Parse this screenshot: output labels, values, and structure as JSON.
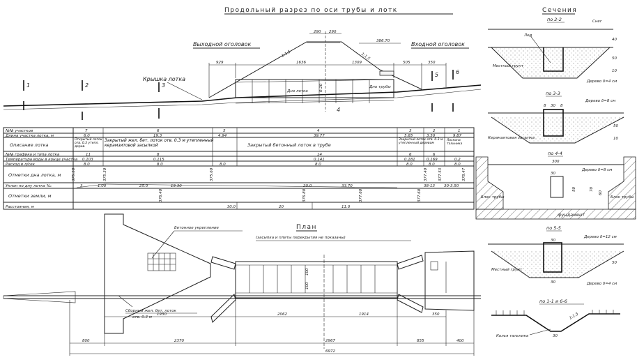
{
  "title": "Продольный разрез по оси трубы и лотк",
  "profile": {
    "outlet_label": "Выходной оголовок",
    "inlet_label": "Входной оголовок",
    "cover_label": "Крышка лотка",
    "tray_bottom_label": "Дно лотка",
    "pipe_bottom_label": "Дно трубы",
    "top_dims": [
      "290",
      "290"
    ],
    "crest_elevation": "386.70",
    "slope_left": "1:1.5",
    "slope_right": "1:1.5",
    "dims": [
      "929",
      "1636",
      "1309",
      "505",
      "350"
    ],
    "pipe_height": "0.20",
    "section_marks": [
      "1",
      "2",
      "3",
      "4",
      "5",
      "6"
    ]
  },
  "table": {
    "row_labels": [
      "№№ участков",
      "Длина участка лотка, м",
      "Описание лотка",
      "№№ графика и типа лотка",
      "Температура воды в конце участка",
      "Расход в л/сек",
      "Отметки дна лотка, м",
      "Уклон по дну лотка ‰",
      "Отметки земли, м",
      "Расстояния, м"
    ],
    "sections": [
      "7",
      "6",
      "5",
      "4",
      "3",
      "2",
      "1"
    ],
    "lengths": [
      "6.0",
      "19.3",
      "4.94",
      "39.77",
      "5.65",
      "3.50",
      "9.87"
    ],
    "descriptions": [
      "Открытый лоток отв. 0.3 утепл. дерев.",
      "Закрытый жел. бет. лоток отв. 0.3 м утепленный керамзитовой засыпкой",
      "Закрытый бетонный лоток в трубе",
      "Закрытый лоток отв. 0.3 м утепленный деревом",
      "Лоскона тальника"
    ],
    "graph_types": [
      "11",
      "8",
      "14",
      "6",
      "6"
    ],
    "temperatures": [
      "0.103",
      "0.115",
      "0.141",
      "0.181",
      "0.169",
      "0.2"
    ],
    "flows": [
      "8.0",
      "8.0",
      "8.0",
      "8.0",
      "8.0",
      "8.0",
      "8.0"
    ],
    "bottom_elevations": [
      "375.18",
      "375.30",
      "375.60",
      "377.40",
      "377.53",
      "378.47"
    ],
    "slopes": [
      "3",
      "1.00",
      "25.0",
      "19.30",
      "20.0",
      "33.70",
      "38-13",
      "30-3.50"
    ],
    "ground_elevations": [
      "376.40",
      "376.80",
      "377.60",
      "377.60"
    ],
    "distances": [
      "30.0",
      "20",
      "11.0"
    ]
  },
  "plan": {
    "title": "План",
    "subtitle": "(засыпка и плиты перекрытия не показаны)",
    "concrete_label": "Бетонное укрепление",
    "tray_label": "Сборный жел. бет. лоток",
    "tray_label2": "отв. 0.3 м",
    "pipe_dims": [
      "100",
      "100"
    ],
    "dims_upper": [
      "1930",
      "2062",
      "1914",
      "350"
    ],
    "dims_lower": [
      "800",
      "2370",
      "2967",
      "855",
      "400"
    ],
    "total": "6972"
  },
  "sections": {
    "title": "Сечения",
    "s22": {
      "title": "по 2-2",
      "snow": "Снег",
      "ice": "Лед",
      "soil": "Местный грунт",
      "wood": "Дерево δ=4 см",
      "dims": [
        "40",
        "50",
        "10"
      ]
    },
    "s33": {
      "title": "по 3-3",
      "wood": "Дерево δ=8 см",
      "fill": "Керамзитовая засыпка",
      "dims": [
        "8",
        "30",
        "8",
        "50",
        "10"
      ]
    },
    "s44": {
      "title": "по 4-4",
      "width": "300",
      "wood": "Дерево δ=8 см",
      "block_left": "Блок трубы",
      "block_right": "Блок трубы",
      "foundation": "фундамент",
      "dims": [
        "30",
        "50",
        "70",
        "60"
      ]
    },
    "s55": {
      "title": "по 5-5",
      "wood_top": "Дерево δ=12 см",
      "soil": "Местный грунт",
      "wood": "Дерево δ=4 см",
      "dims": [
        "30",
        "50",
        "30"
      ]
    },
    "s16": {
      "title": "по 1-1 и 6-6",
      "stakes": "Колья тальника",
      "slope": "1:1.5",
      "width": "30"
    }
  }
}
